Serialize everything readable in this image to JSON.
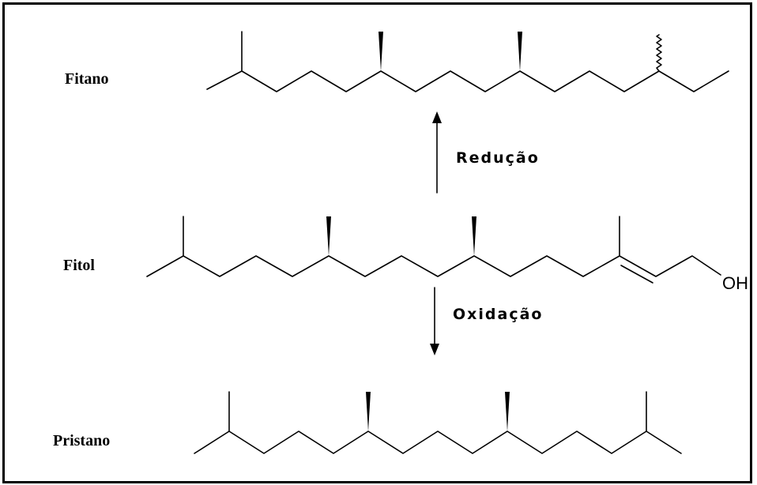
{
  "diagram": {
    "compounds": [
      {
        "id": "fitano",
        "label": "Fitano"
      },
      {
        "id": "fitol",
        "label": "Fitol",
        "hydroxyl": "OH"
      },
      {
        "id": "pristano",
        "label": "Pristano"
      }
    ],
    "reactions": [
      {
        "id": "reducao",
        "label": "Redução",
        "from": "fitol",
        "to": "fitano",
        "direction": "up"
      },
      {
        "id": "oxidacao",
        "label": "Oxidação",
        "from": "fitol",
        "to": "pristano",
        "direction": "down"
      }
    ]
  }
}
